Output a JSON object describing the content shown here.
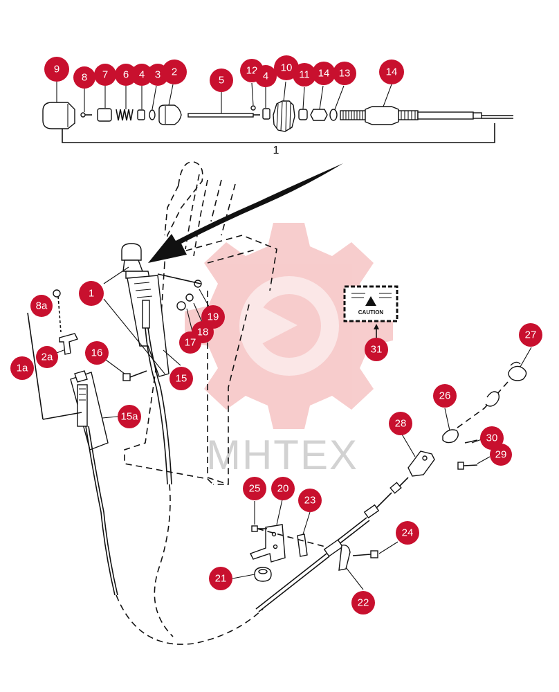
{
  "watermark": {
    "text": "MHTEX",
    "color": "#f5b5b5"
  },
  "decal": {
    "label": "CAUTION"
  },
  "assembly_label": "1",
  "colors": {
    "callout": "#c8102e",
    "callout_text": "#ffffff",
    "ink": "#111111"
  },
  "callouts": [
    {
      "id": "9",
      "label": "9"
    },
    {
      "id": "8",
      "label": "8"
    },
    {
      "id": "7",
      "label": "7"
    },
    {
      "id": "6",
      "label": "6"
    },
    {
      "id": "4a",
      "label": "4"
    },
    {
      "id": "3",
      "label": "3"
    },
    {
      "id": "2",
      "label": "2"
    },
    {
      "id": "5",
      "label": "5"
    },
    {
      "id": "12",
      "label": "12"
    },
    {
      "id": "4b",
      "label": "4"
    },
    {
      "id": "10",
      "label": "10"
    },
    {
      "id": "11",
      "label": "11"
    },
    {
      "id": "14a",
      "label": "14"
    },
    {
      "id": "13",
      "label": "13"
    },
    {
      "id": "14b",
      "label": "14"
    },
    {
      "id": "1a",
      "label": "1"
    },
    {
      "id": "1b",
      "label": "1"
    },
    {
      "id": "8a",
      "label": "8a"
    },
    {
      "id": "2a",
      "label": "2a"
    },
    {
      "id": "1a_",
      "label": "1a"
    },
    {
      "id": "16",
      "label": "16"
    },
    {
      "id": "15",
      "label": "15"
    },
    {
      "id": "15a",
      "label": "15a"
    },
    {
      "id": "19",
      "label": "19"
    },
    {
      "id": "18",
      "label": "18"
    },
    {
      "id": "17",
      "label": "17"
    },
    {
      "id": "31",
      "label": "31"
    },
    {
      "id": "27",
      "label": "27"
    },
    {
      "id": "26",
      "label": "26"
    },
    {
      "id": "28",
      "label": "28"
    },
    {
      "id": "30",
      "label": "30"
    },
    {
      "id": "29",
      "label": "29"
    },
    {
      "id": "25",
      "label": "25"
    },
    {
      "id": "20",
      "label": "20"
    },
    {
      "id": "23",
      "label": "23"
    },
    {
      "id": "24",
      "label": "24"
    },
    {
      "id": "21",
      "label": "21"
    },
    {
      "id": "22",
      "label": "22"
    }
  ]
}
